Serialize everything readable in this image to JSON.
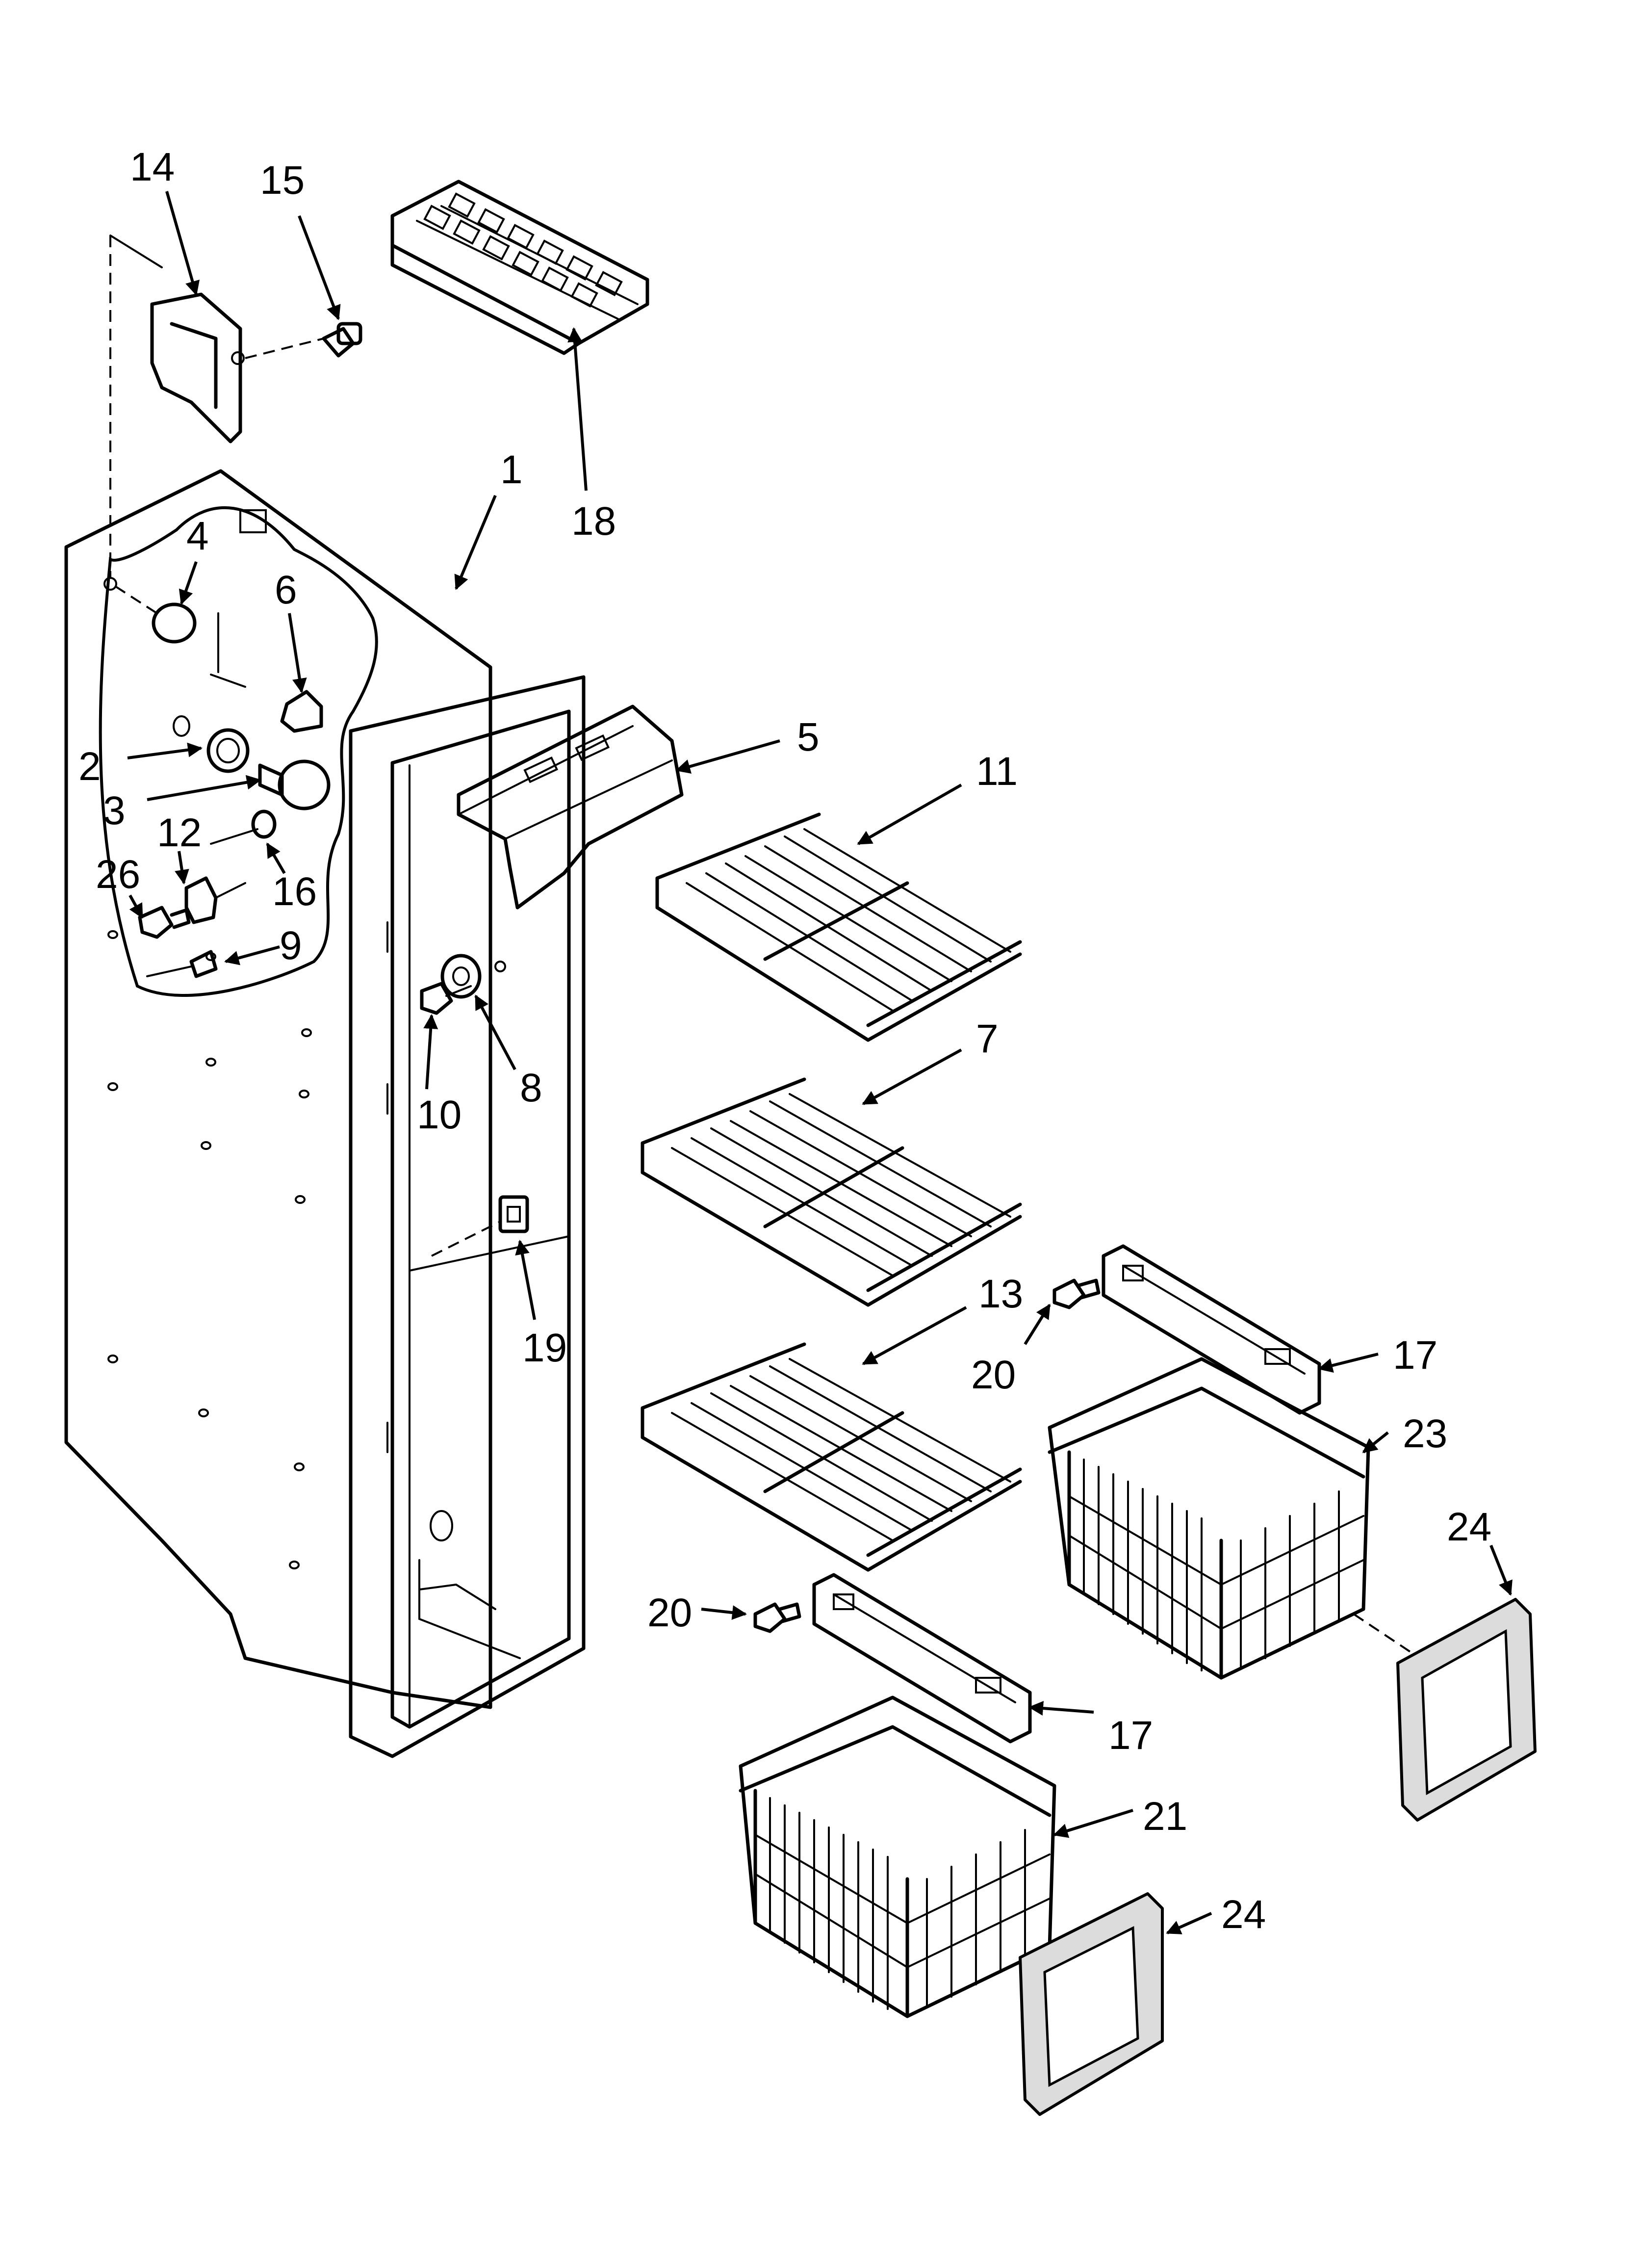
{
  "callouts": {
    "c1": "1",
    "c2": "2",
    "c3": "3",
    "c4": "4",
    "c5": "5",
    "c6": "6",
    "c7": "7",
    "c8": "8",
    "c9": "9",
    "c10": "10",
    "c11": "11",
    "c12": "12",
    "c13": "13",
    "c14": "14",
    "c15": "15",
    "c16": "16",
    "c17a": "17",
    "c17b": "17",
    "c18": "18",
    "c19": "19",
    "c20a": "20",
    "c20b": "20",
    "c21": "21",
    "c23": "23",
    "c24a": "24",
    "c24b": "24",
    "c26": "26"
  }
}
